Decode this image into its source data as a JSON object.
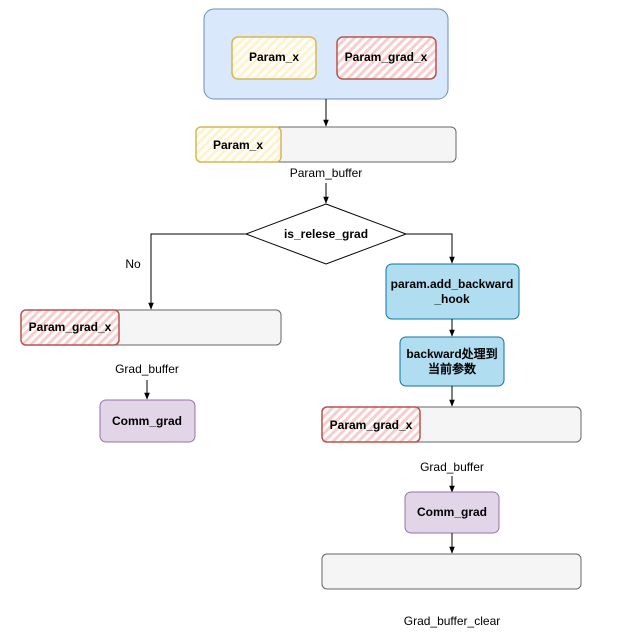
{
  "nodes": {
    "group_param_x": "Param_x",
    "group_param_grad_x": "Param_grad_x",
    "buffer_param_x": "Param_x",
    "label_param_buffer": "Param_buffer",
    "decision": "is_relese_grad",
    "label_no": "No",
    "left_param_grad_x": "Param_grad_x",
    "left_grad_buffer": "Grad_buffer",
    "left_comm_grad": "Comm_grad",
    "add_hook_line1": "param.add_backward",
    "add_hook_line2": "_hook",
    "backward_line1": "backward处理到",
    "backward_line2": "当前参数",
    "right_param_grad_x": "Param_grad_x",
    "right_grad_buffer": "Grad_buffer",
    "right_comm_grad": "Comm_grad",
    "grad_buffer_clear": "Grad_buffer_clear"
  },
  "colors": {
    "group_fill": "#dae8fc",
    "group_stroke": "#6c8ebf",
    "yellow_fill": "#fff2cc",
    "yellow_stroke": "#d6b656",
    "red_fill": "#f8cecc",
    "red_stroke": "#b85450",
    "buffer_fill": "#f5f5f5",
    "buffer_stroke": "#666666",
    "process_fill": "#b1ddf0",
    "process_stroke": "#10739e",
    "comm_fill": "#e1d5e7",
    "comm_stroke": "#9673a6"
  }
}
